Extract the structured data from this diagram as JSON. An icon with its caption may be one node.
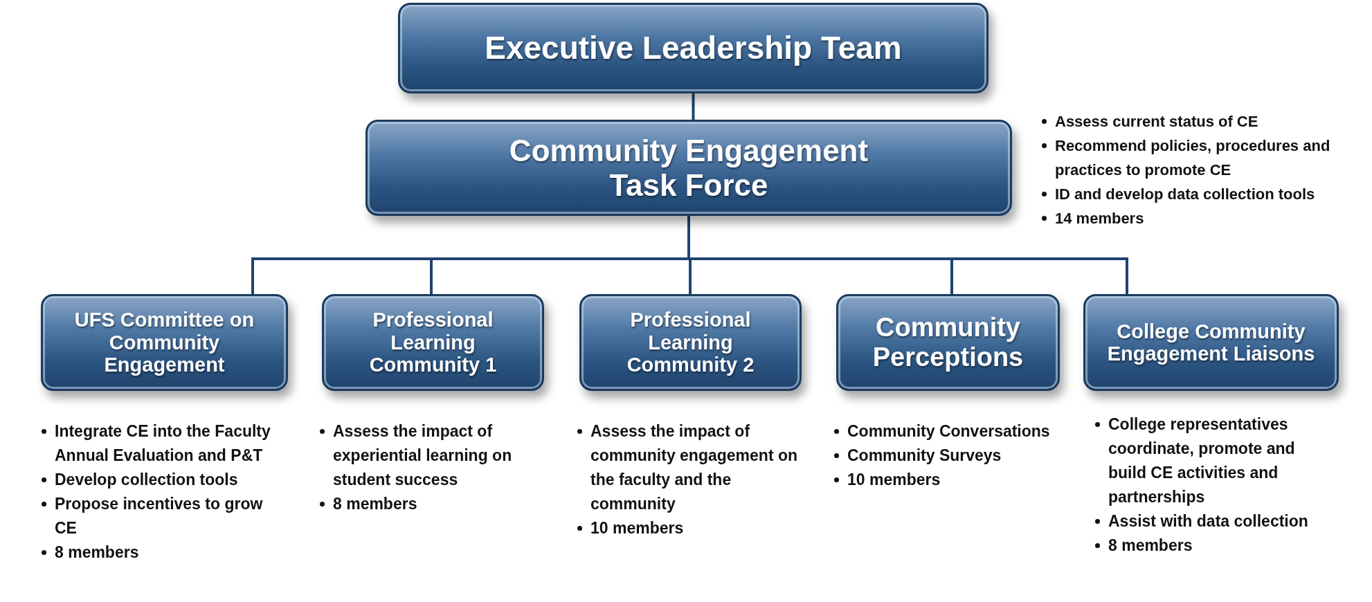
{
  "diagram": {
    "nodes": [
      {
        "text": [
          "Executive Leadership Team"
        ]
      },
      {
        "text": [
          "Community Engagement Task Force"
        ],
        "beside": [
          "Assess current status of CE",
          "Recommend policies, procedures and practices to promote CE",
          "ID and develop data collection tools",
          "14 members"
        ]
      },
      {
        "text": [
          "UFS Committee on Community Engagement"
        ],
        "beside": [
          "Integrate CE into the Faculty Annual Evaluation and P&T",
          "Develop collection tools",
          "Propose incentives to grow CE",
          "8 members"
        ]
      },
      {
        "text": [
          "Professional Learning Community 1"
        ],
        "beside": [
          "Assess the impact of experiential learning on student success",
          "8 members"
        ]
      },
      {
        "text": [
          "Professional Learning Community 2"
        ],
        "beside": [
          "Assess the impact of community engagement on the faculty and the community",
          "10 members"
        ]
      },
      {
        "text": [
          "Community Perceptions"
        ],
        "beside": [
          "Community Conversations",
          "Community Surveys",
          "10 members"
        ]
      },
      {
        "text": [
          "College Community Engagement Liaisons"
        ],
        "beside": [
          "College representatives coordinate, promote and build CE activities and partnerships",
          "Assist with data collection",
          "8 members"
        ]
      }
    ],
    "edges": [
      {
        "from": 0,
        "to": 1,
        "arrow": "none"
      },
      {
        "from": 1,
        "to": 2,
        "arrow": "none"
      },
      {
        "from": 1,
        "to": 3,
        "arrow": "none"
      },
      {
        "from": 1,
        "to": 4,
        "arrow": "none"
      },
      {
        "from": 1,
        "to": 5,
        "arrow": "none"
      },
      {
        "from": 1,
        "to": 6,
        "arrow": "none"
      }
    ]
  }
}
